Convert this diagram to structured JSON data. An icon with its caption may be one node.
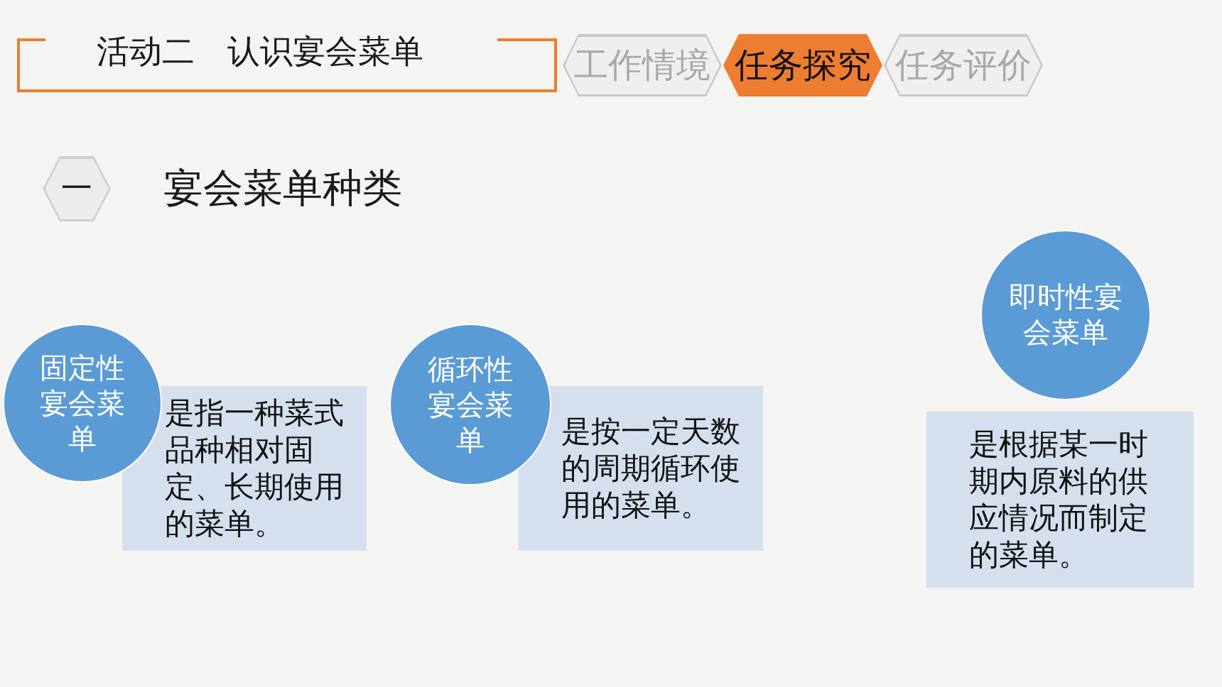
{
  "diagram": {
    "nodes": [
      {
        "text": [
          "活动二　认识宴会菜单"
        ]
      },
      {
        "text": [
          "工作情境"
        ]
      },
      {
        "text": [
          "任务探究"
        ]
      },
      {
        "text": [
          "任务评价"
        ]
      },
      {
        "text": [
          "一"
        ],
        "beside": [
          "宴会菜单种类"
        ]
      },
      {
        "text": [
          "固定性宴会菜单"
        ]
      },
      {
        "text": [
          "是指一种菜式品种相对固定、长期使用的菜单。"
        ]
      },
      {
        "text": [
          "循环性宴会菜单"
        ]
      },
      {
        "text": [
          "是按一定天数的周期循环使用的菜单。"
        ]
      },
      {
        "text": [
          "即时性宴会菜单"
        ]
      },
      {
        "text": [
          "是根据某一时期内原料的供应情况而制定的菜单。"
        ]
      }
    ]
  }
}
